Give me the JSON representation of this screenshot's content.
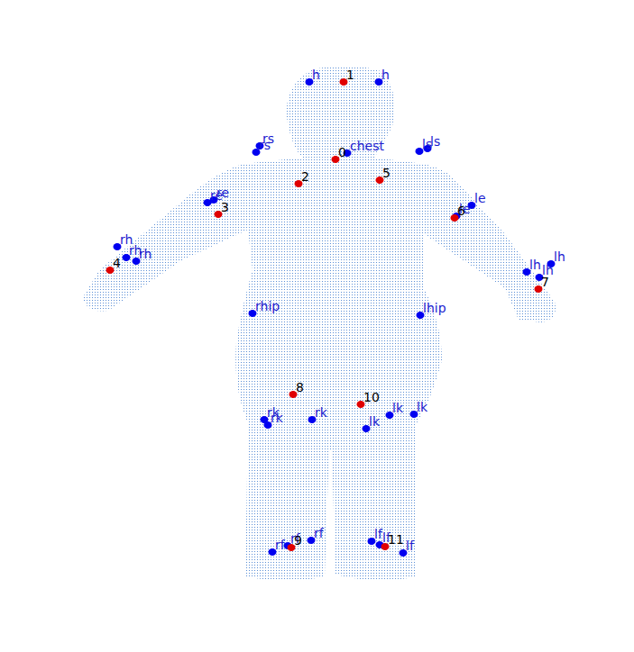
{
  "diagram": {
    "labels": [
      "h",
      "h",
      "rs",
      "rs",
      "ls",
      "ls",
      "chest",
      "re",
      "re",
      "le",
      "le",
      "rh",
      "rh",
      "rh",
      "lh",
      "lh",
      "lh",
      "rhip",
      "lhip",
      "rk",
      "rk",
      "rk",
      "lk",
      "lk",
      "lk",
      "rf",
      "rf",
      "rf",
      "lf",
      "lf",
      "lf",
      "0",
      "1",
      "2",
      "3",
      "4",
      "5",
      "6",
      "7",
      "8",
      "9",
      "10",
      "11"
    ]
  }
}
